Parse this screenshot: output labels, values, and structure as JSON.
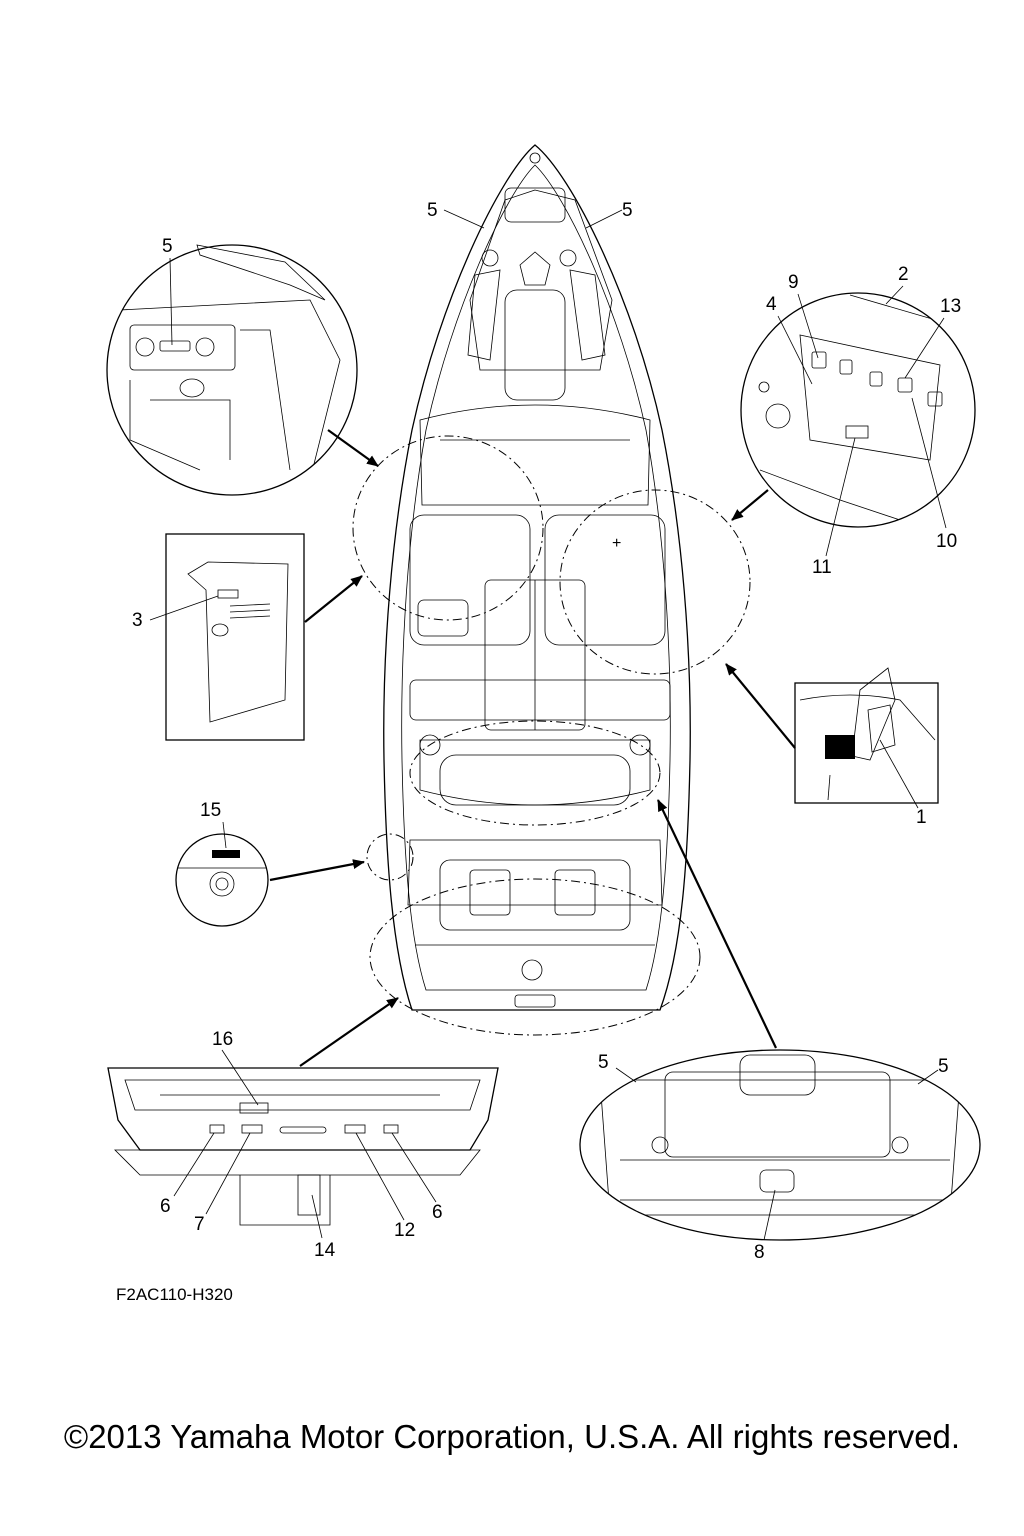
{
  "drawing_code": "F2AC110-H320",
  "copyright": "©2013 Yamaha Motor Corporation, U.S.A. All rights reserved.",
  "callouts": {
    "c1": "1",
    "c2": "2",
    "c3": "3",
    "c4": "4",
    "c5": "5",
    "c6": "6",
    "c7": "7",
    "c8": "8",
    "c9": "9",
    "c10": "10",
    "c11": "11",
    "c12": "12",
    "c13": "13",
    "c14": "14",
    "c15": "15",
    "c16": "16"
  }
}
